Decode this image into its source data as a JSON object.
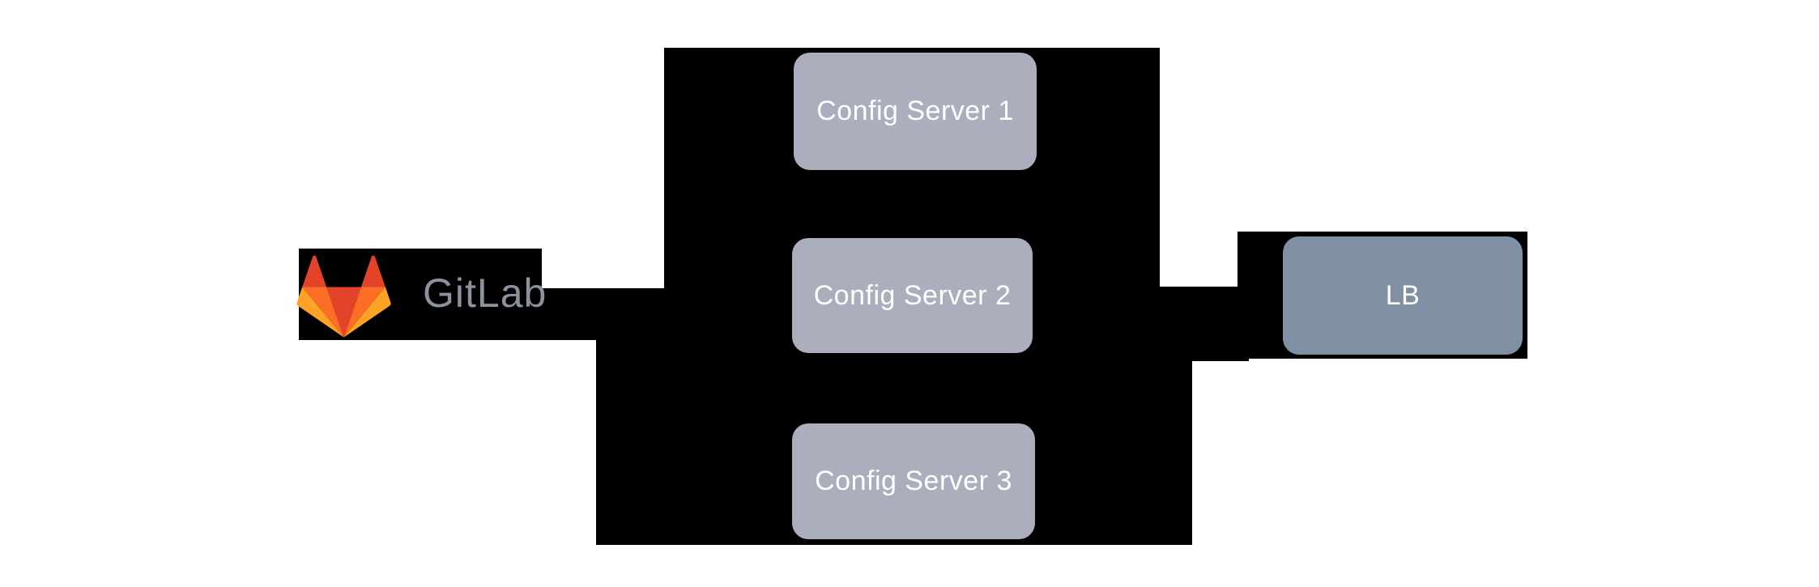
{
  "diagram": {
    "gitlab": {
      "wordmark": "GitLab"
    },
    "nodes": [
      {
        "id": "config-server-1",
        "label": "Config Server 1"
      },
      {
        "id": "config-server-2",
        "label": "Config Server 2"
      },
      {
        "id": "config-server-3",
        "label": "Config Server 3"
      },
      {
        "id": "lb",
        "label": "LB"
      }
    ],
    "colors": {
      "background": "#ffffff",
      "connector_black": "#000000",
      "config_node_fill": "#abaebc",
      "lb_node_fill": "#8090a4",
      "node_text": "#ffffff",
      "wordmark_gray": "#8c929d",
      "tanuki_red": "#e24329",
      "tanuki_orange": "#fc6d26",
      "tanuki_yellow": "#fca326"
    }
  }
}
